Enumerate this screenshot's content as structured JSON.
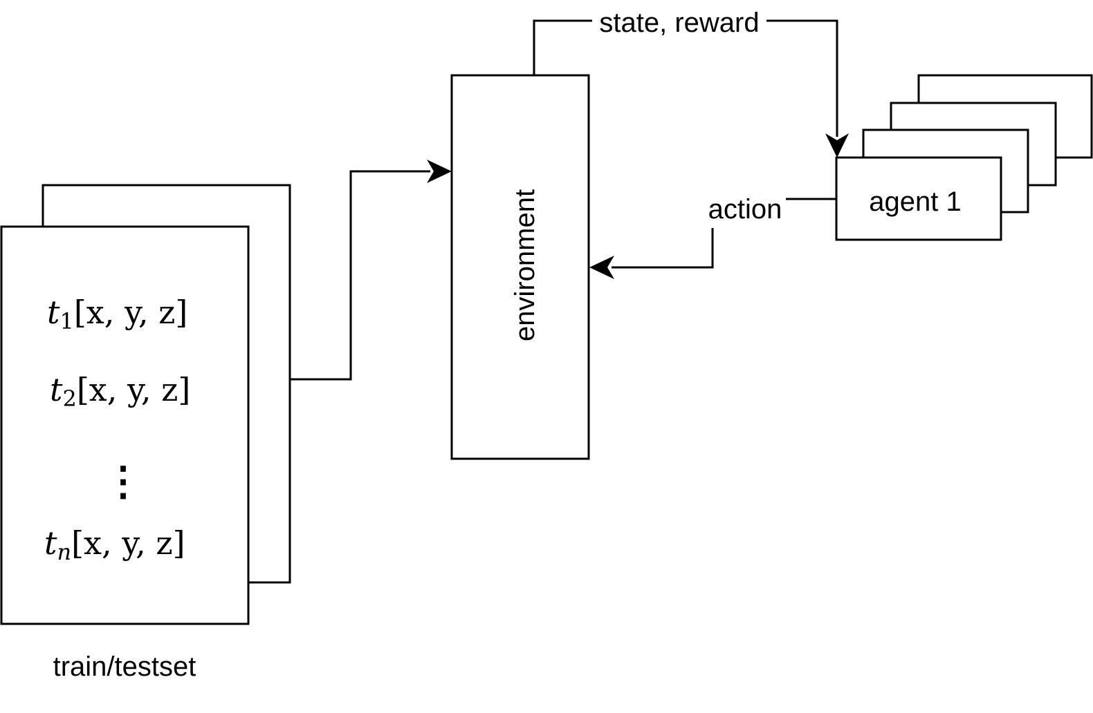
{
  "dataset": {
    "caption": "train/testset",
    "rows": [
      {
        "var": "t",
        "sub": "1",
        "args": "[x, y, z]"
      },
      {
        "var": "t",
        "sub": "2",
        "args": "[x, y, z]"
      },
      {
        "var": "t",
        "sub": "n",
        "args": "[x, y, z]"
      }
    ],
    "ellipsis": "⋮"
  },
  "environment": {
    "label": "environment"
  },
  "agents": {
    "front_label": "agent 1",
    "stack_count": 4
  },
  "edges": {
    "state_reward_label": "state, reward",
    "action_label": "action"
  }
}
